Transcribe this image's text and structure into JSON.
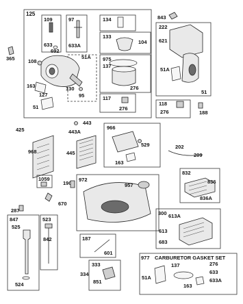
{
  "labels": {
    "l125": "125",
    "l109": "109",
    "l97": "97",
    "l134": "134",
    "l133": "133",
    "l104": "104",
    "l975": "975",
    "l137": "137",
    "l276a": "276",
    "l117": "117",
    "l276b": "276",
    "l365": "365",
    "l692": "692",
    "l108": "108",
    "l633": "633",
    "l633A": "633A",
    "l51A": "51A",
    "l163a": "163",
    "l127": "127",
    "l130": "130",
    "l95": "95",
    "l51a": "51",
    "l843": "843",
    "l222": "222",
    "l621": "621",
    "l51Ab": "51A",
    "l51b": "51",
    "l118": "118",
    "l276c": "276",
    "l188": "188",
    "l425": "425",
    "l443": "443",
    "l443A": "443A",
    "l966": "966",
    "l968": "968",
    "l445": "445",
    "l529": "529",
    "l163b": "163",
    "l202": "202",
    "l209": "209",
    "l1059": "1059",
    "l190": "190",
    "l972": "972",
    "l957": "957",
    "l670": "670",
    "l832": "832",
    "l836": "836",
    "l836A": "836A",
    "l287": "287",
    "l847": "847",
    "l525": "525",
    "l523": "523",
    "l842": "842",
    "l524": "524",
    "l300": "300",
    "l613A": "613A",
    "l613": "613",
    "l683": "683",
    "l187": "187",
    "l601": "601",
    "l333": "333",
    "l334": "334",
    "l851": "851",
    "l977": "977",
    "l51Ac": "51A",
    "l137b": "137",
    "l163c": "163",
    "l276d": "276",
    "l633b": "633",
    "l633Ab": "633A"
  },
  "gasket_set": {
    "title": "CARBURETOR   GASKET SET"
  }
}
